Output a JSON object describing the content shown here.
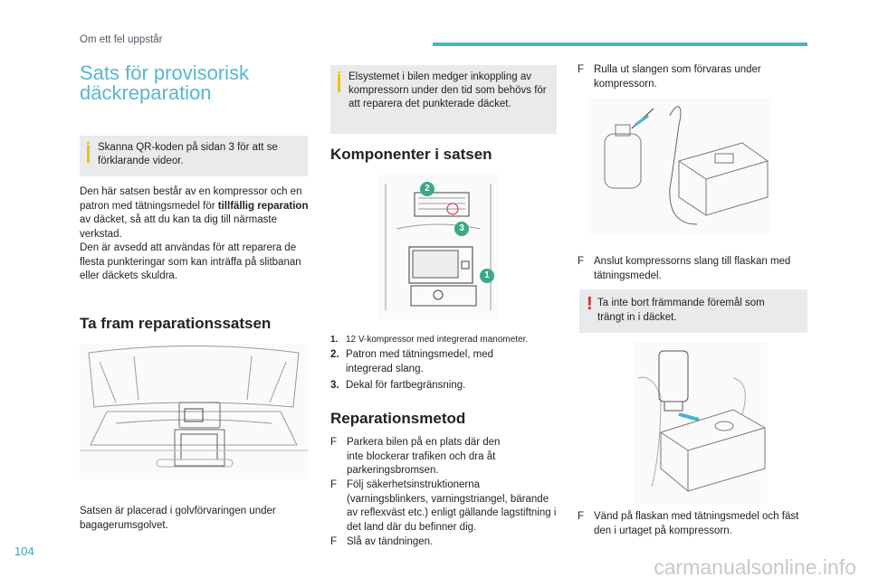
{
  "header": {
    "section": "Om ett fel uppstår",
    "accent_color": "#49b2cc"
  },
  "page_number": "104",
  "col1": {
    "title_line1": "Sats för provisorisk",
    "title_line2": "däckreparation",
    "info_text": "Skanna QR-koden på sidan 3 för att se förklarande videor.",
    "intro_p1_a": "Den här satsen består av en kompressor och en patron med tätningsmedel för ",
    "intro_p1_bold1": "tillfällig",
    "intro_p1_bold2": "reparation",
    "intro_p1_b": " av däcket, så att du kan ta dig till närmaste verkstad.",
    "intro_p2": "Den är avsedd att användas för att reparera de flesta punkteringar som kan inträffa på slitbanan eller däckets skuldra.",
    "heading": "Ta fram reparationssatsen",
    "caption": "Satsen är placerad i golvförvaringen under bagagerumsgolvet."
  },
  "col2": {
    "info_text": "Elsystemet i bilen medger inkoppling av kompressorn under den tid som behövs för att reparera det punkterade däcket.",
    "heading_components": "Komponenter i satsen",
    "callouts": [
      "1",
      "2",
      "3"
    ],
    "items": [
      {
        "num": "1.",
        "text": "12 V-kompressor med integrerad manometer."
      },
      {
        "num": "2.",
        "text": "Patron med tätningsmedel, med integrerad slang."
      },
      {
        "num": "3.",
        "text": "Dekal för fartbegränsning."
      }
    ],
    "heading_method": "Reparationsmetod",
    "steps": [
      {
        "sym": "F",
        "text": "Parkera bilen på en plats där den inte blockerar trafiken och dra åt parkeringsbromsen."
      },
      {
        "sym": "F",
        "text": "Följ säkerhetsinstruktionerna (varningsblinkers, varningstriangel, bärande av reflexväst etc.) enligt gällande lagstiftning i det land där du befinner dig."
      },
      {
        "sym": "F",
        "text": "Slå av tändningen."
      }
    ]
  },
  "col3": {
    "step1": {
      "sym": "F",
      "text": "Rulla ut slangen som förvaras under kompressorn."
    },
    "step2": {
      "sym": "F",
      "text": "Anslut kompressorns slang till flaskan med tätningsmedel."
    },
    "warning": "Ta inte bort främmande föremål som trängt in i däcket.",
    "step3": {
      "sym": "F",
      "text": "Vänd på flaskan med tätningsmedel och fäst den i urtaget på kompressorn."
    }
  },
  "watermark": "carmanualsonline.info"
}
